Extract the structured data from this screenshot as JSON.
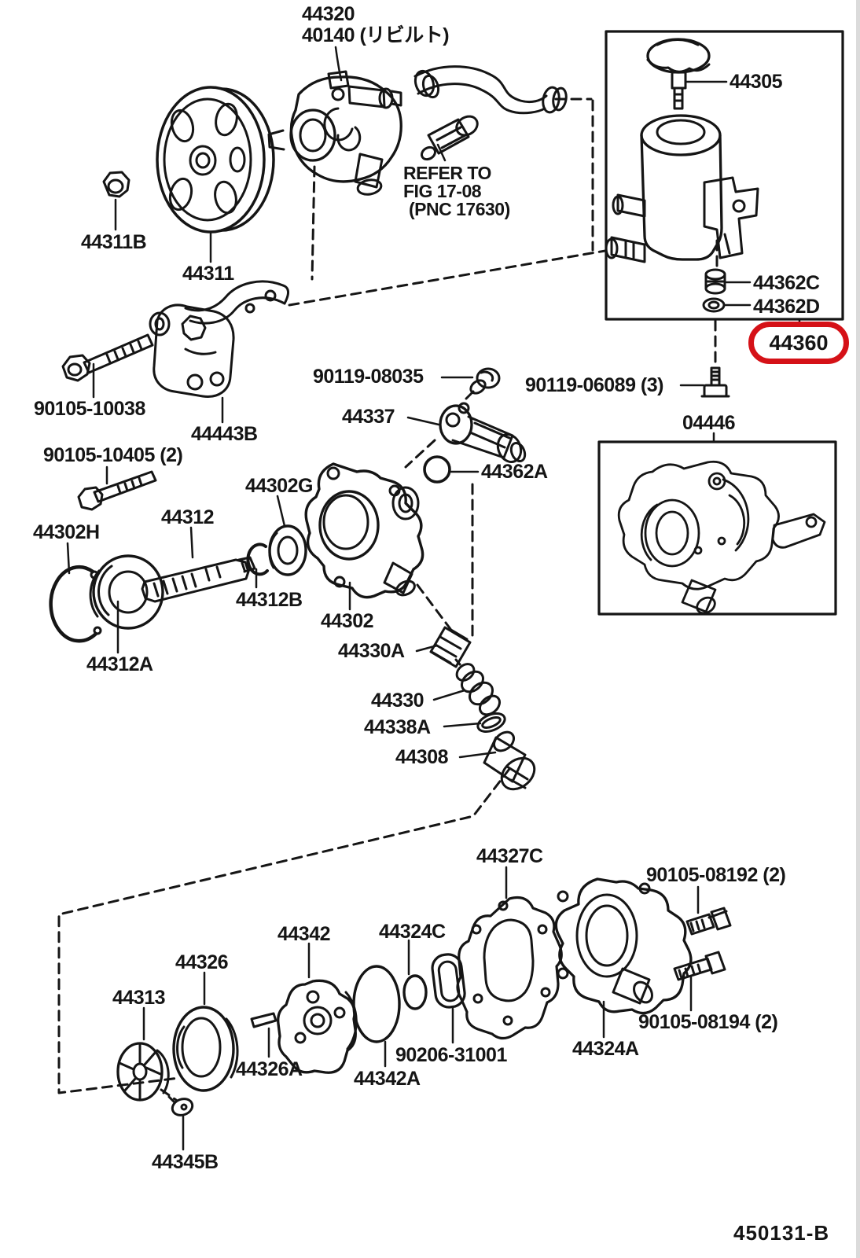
{
  "diagram": {
    "figure_code": "450131-B",
    "highlighted_part": "44360",
    "highlight_color": "#d51117",
    "ink_color": "#151515"
  },
  "parts": {
    "p44320": "44320",
    "p40140": "40140 (リビルト)",
    "p44305": "44305",
    "refer_line1": "REFER TO",
    "refer_line2": "FIG 17-08",
    "refer_line3": "(PNC 17630)",
    "p44311B": "44311B",
    "p44311": "44311",
    "p44362C": "44362C",
    "p44362D": "44362D",
    "p44360": "44360",
    "p90105_10038": "90105-10038",
    "p44443B": "44443B",
    "p90119_08035": "90119-08035",
    "p90119_06089": "90119-06089 (3)",
    "p44337": "44337",
    "p04446": "04446",
    "p90105_10405": "90105-10405 (2)",
    "p44302G": "44302G",
    "p44302H": "44302H",
    "p44312": "44312",
    "p44362A": "44362A",
    "p44312B": "44312B",
    "p44302": "44302",
    "p44312A": "44312A",
    "p44330A": "44330A",
    "p44330": "44330",
    "p44338A": "44338A",
    "p44308": "44308",
    "p44327C": "44327C",
    "p90105_08192": "90105-08192 (2)",
    "p44342": "44342",
    "p44324C": "44324C",
    "p44326": "44326",
    "p44313": "44313",
    "p90105_08194": "90105-08194 (2)",
    "p44324A": "44324A",
    "p44326A": "44326A",
    "p90206_31001": "90206-31001",
    "p44342A": "44342A",
    "p44345B": "44345B"
  }
}
